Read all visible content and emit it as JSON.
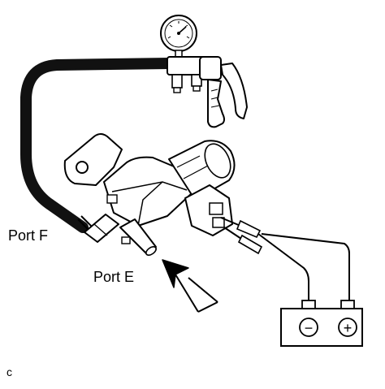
{
  "labels": {
    "port_f": "Port F",
    "port_e": "Port E",
    "figure_code": "c"
  },
  "battery": {
    "negative_symbol": "−",
    "positive_symbol": "+"
  },
  "colors": {
    "ink": "#000000",
    "paper": "#ffffff",
    "hose": "#111111"
  },
  "parts": {
    "gauge": "vacuum-gauge-icon",
    "pump": "hand-vacuum-pump-icon",
    "hose": "vacuum-hose",
    "valve": "vacuum-switching-valve",
    "battery": "battery-icon",
    "arrow": "airflow-arrow-icon"
  }
}
